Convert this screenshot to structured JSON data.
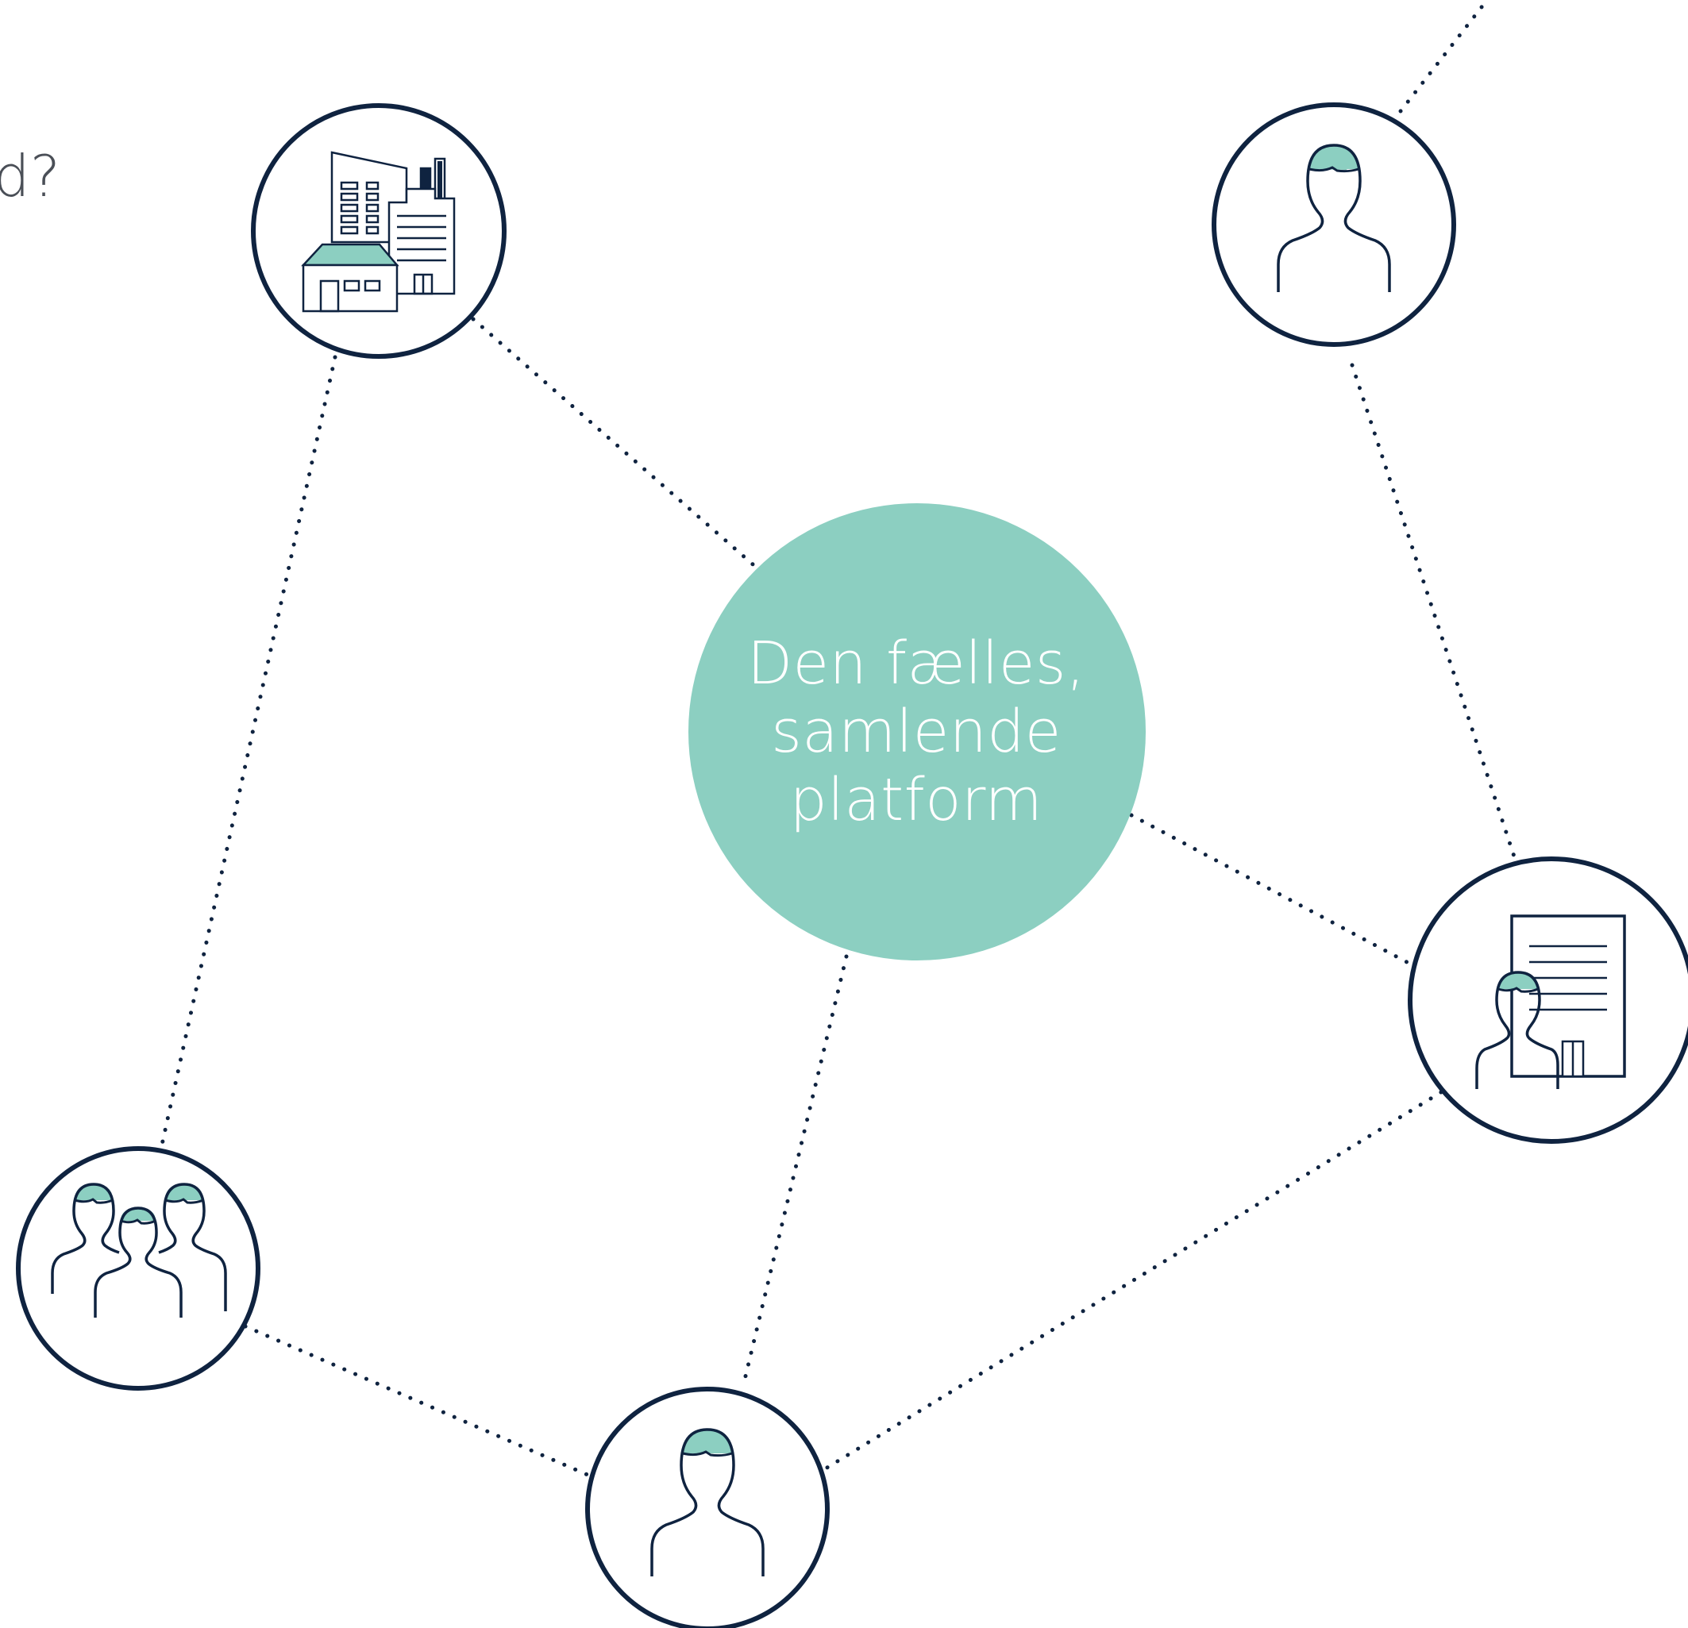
{
  "header": {
    "cut_text": "d?"
  },
  "hub": {
    "lines": [
      "Den fælles,",
      "samlende",
      "platform"
    ]
  },
  "colors": {
    "hub_fill": "#8ccfc1",
    "navy": "#0f2340",
    "accent": "#8ccfc1",
    "background": "#ffffff"
  },
  "nodes": [
    {
      "id": "company",
      "icon": "buildings-icon"
    },
    {
      "id": "person-top-right",
      "icon": "person-icon"
    },
    {
      "id": "professional",
      "icon": "person-with-document-icon"
    },
    {
      "id": "group",
      "icon": "group-of-people-icon"
    },
    {
      "id": "person-bottom",
      "icon": "person-icon"
    }
  ]
}
